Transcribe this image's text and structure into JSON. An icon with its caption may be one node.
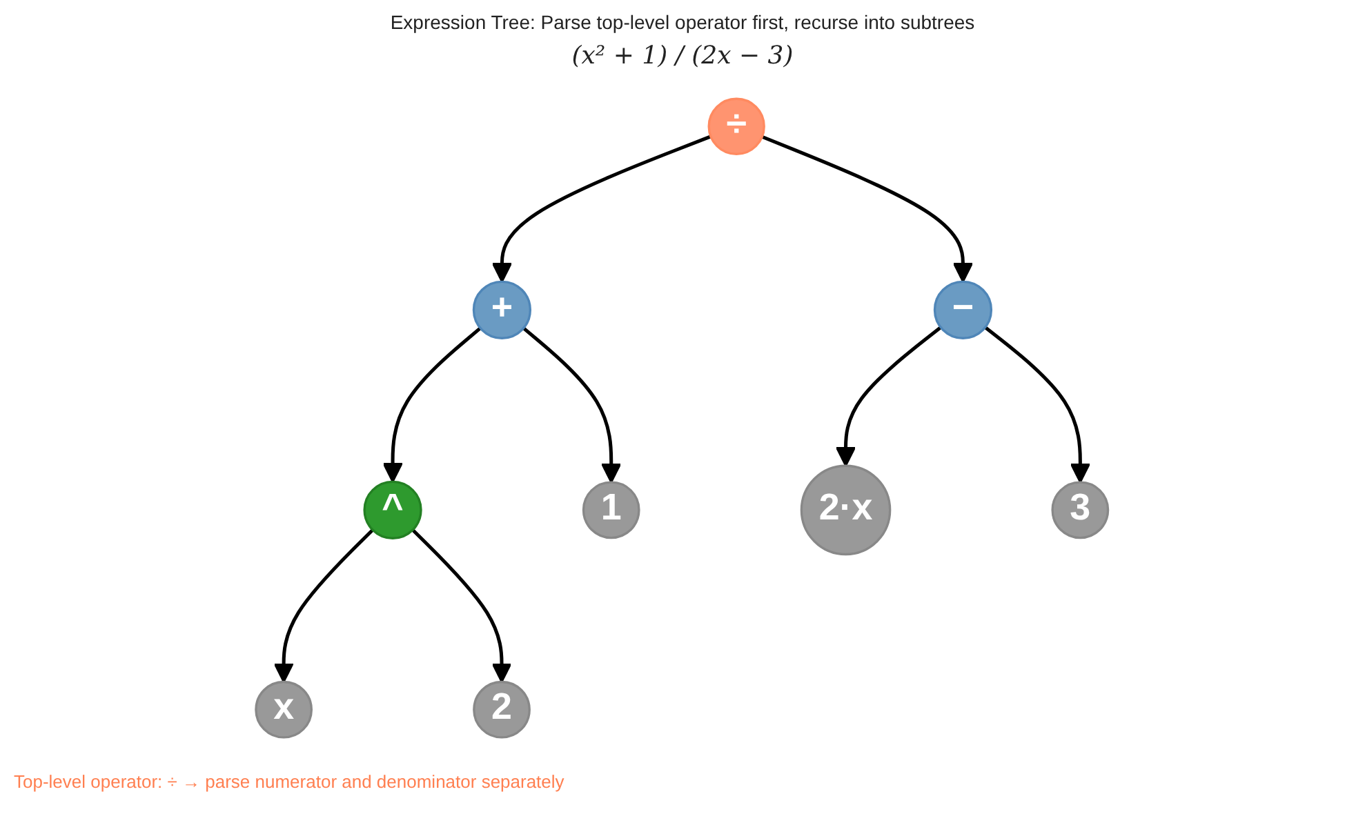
{
  "diagram": {
    "title": "Expression Tree: Parse top-level operator first, recurse into subtrees",
    "nodes": [
      {
        "text": [
          "÷"
        ]
      },
      {
        "text": [
          "+"
        ]
      },
      {
        "text": [
          "−"
        ]
      },
      {
        "text": [
          "^"
        ]
      },
      {
        "text": [
          "1"
        ]
      },
      {
        "text": [
          "2·x"
        ]
      },
      {
        "text": [
          "3"
        ]
      },
      {
        "text": [
          "x"
        ]
      },
      {
        "text": [
          "2"
        ]
      }
    ],
    "edges": [
      {
        "from": 0,
        "to": 1,
        "arrow": "to"
      },
      {
        "from": 0,
        "to": 2,
        "arrow": "to"
      },
      {
        "from": 1,
        "to": 3,
        "arrow": "to"
      },
      {
        "from": 1,
        "to": 4,
        "arrow": "to"
      },
      {
        "from": 2,
        "to": 5,
        "arrow": "to"
      },
      {
        "from": 2,
        "to": 6,
        "arrow": "to"
      },
      {
        "from": 3,
        "to": 7,
        "arrow": "to"
      },
      {
        "from": 3,
        "to": 8,
        "arrow": "to"
      }
    ],
    "labels": [
      "(x² + 1) / (2x − 3)",
      "Top-level operator: ÷ → parse numerator and denominator separately"
    ]
  }
}
